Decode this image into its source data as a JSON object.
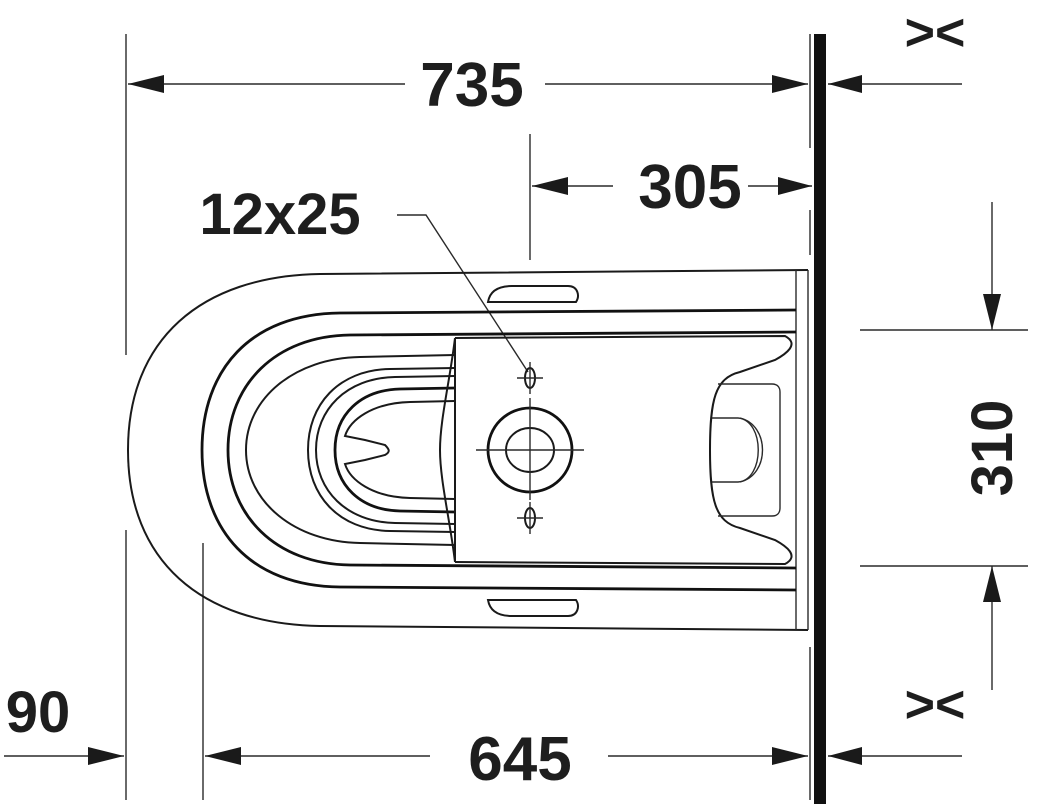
{
  "drawing": {
    "title": "Wall-mounted toilet top view dimension drawing",
    "units": "mm",
    "colors": {
      "line": "#1a1a1a",
      "background": "#ffffff"
    },
    "dimensions": {
      "overall_length": "735",
      "wall_to_fixing": "305",
      "fixing_holes": "12x25",
      "fixing_width": "310",
      "inner_length": "645",
      "front_offset": "90",
      "wall_gap_top": "><",
      "wall_gap_bottom": "><"
    }
  }
}
